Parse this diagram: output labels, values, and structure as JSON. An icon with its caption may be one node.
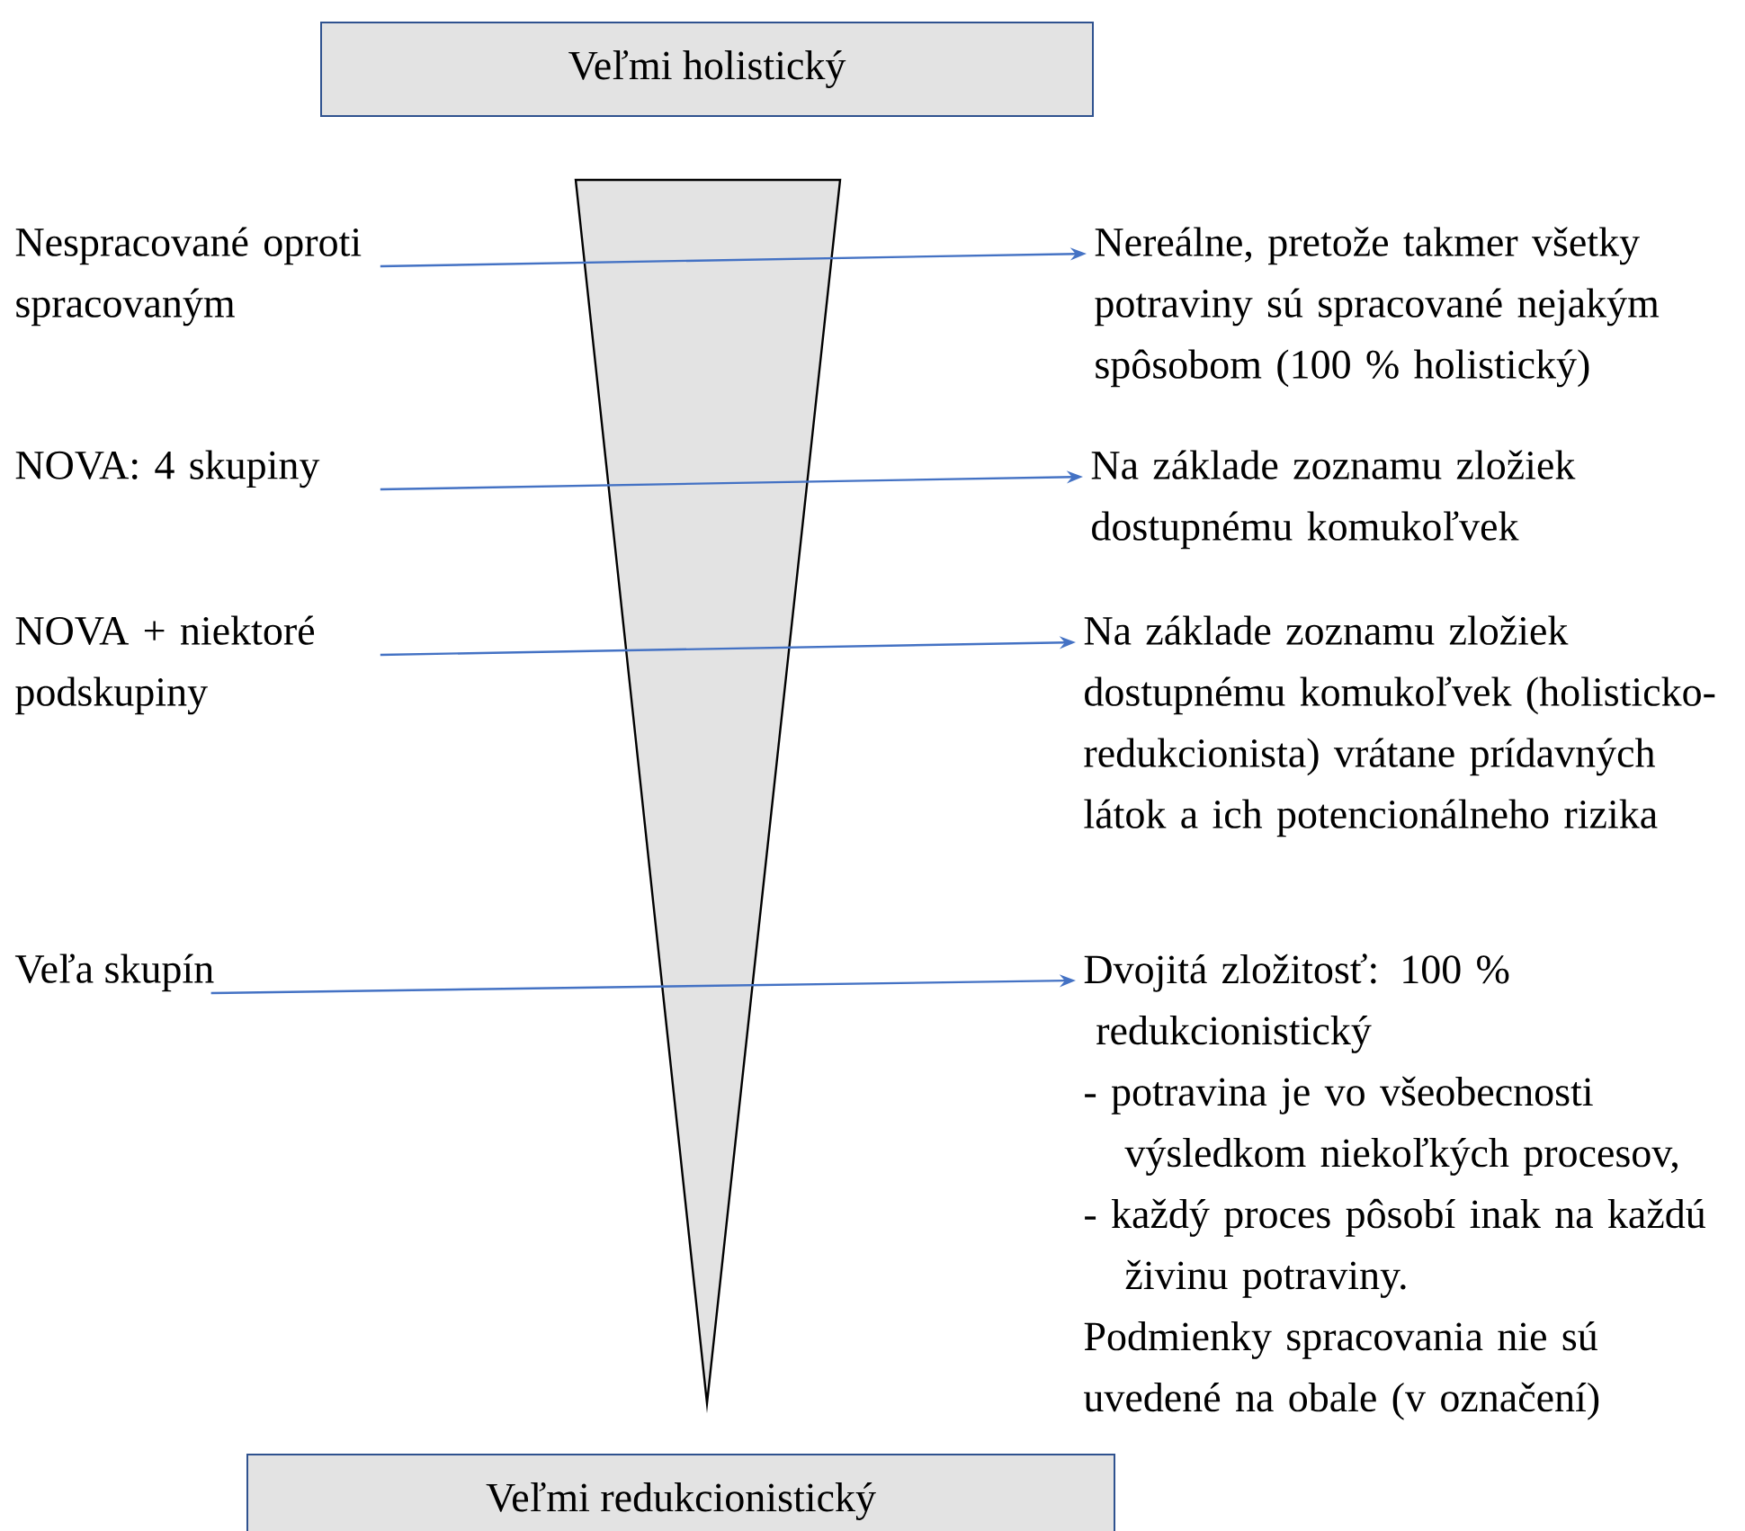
{
  "diagram": {
    "nodes": [
      {
        "text": [
          "Veľmi holistický"
        ]
      },
      {
        "text": [
          "Nespracované oproti spracovaným"
        ]
      },
      {
        "text": [
          "Nereálne, pretože takmer všetky potraviny sú spracované nejakým spôsobom (100 % holistický)"
        ]
      },
      {
        "text": [
          "NOVA: 4 skupiny"
        ]
      },
      {
        "text": [
          "Na základe zoznamu zložiek dostupnému komukoľvek"
        ]
      },
      {
        "text": [
          "NOVA + niektoré podskupiny"
        ]
      },
      {
        "text": [
          "Na základe zoznamu zložiek dostupnému komukoľvek (holisticko-redukcionista) vrátane prídavných látok a ich potencionálneho rizika"
        ]
      },
      {
        "text": [
          "Veľa skupín"
        ]
      },
      {
        "text": [
          "Dvojitá zložitosť: 100 % redukcionistický",
          "- potravina je vo všeobecnosti výsledkom niekoľkých procesov,",
          "- každý proces pôsobí inak na každú živinu potraviny.",
          "Podmienky spracovania nie sú uvedené na obale (v označení)"
        ]
      },
      {
        "text": [
          "Veľmi redukcionistický"
        ]
      }
    ],
    "edges": [
      {
        "from": 1,
        "to": 2,
        "arrow": "to"
      },
      {
        "from": 3,
        "to": 4,
        "arrow": "to"
      },
      {
        "from": 5,
        "to": 6,
        "arrow": "to"
      },
      {
        "from": 7,
        "to": 8,
        "arrow": "to"
      }
    ]
  }
}
